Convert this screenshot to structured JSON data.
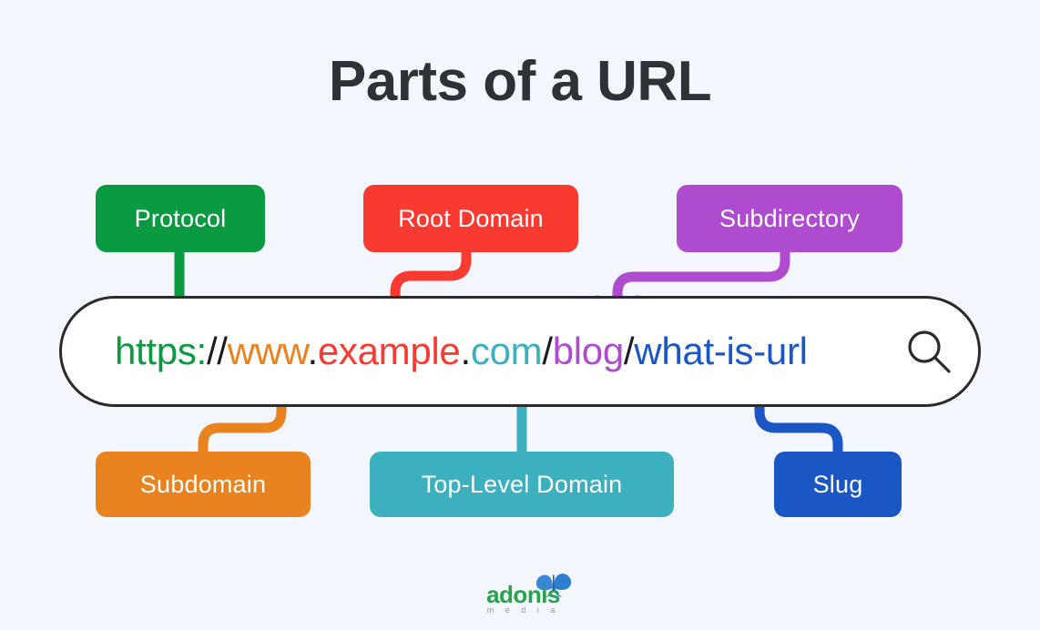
{
  "page": {
    "title": "Parts of a URL",
    "background_color": "#f4f6fe",
    "title_color": "#2e3135"
  },
  "url_bar": {
    "border_color": "#2b2b2b",
    "background_color": "#ffffff",
    "search_icon": "search-icon",
    "full_url": "https://www.example.com/blog/what-is-url",
    "segments": [
      {
        "name": "protocol",
        "text": "https:",
        "color": "#0a9b42"
      },
      {
        "name": "separator-1",
        "text": "//",
        "color": "#1c1c1c"
      },
      {
        "name": "subdomain",
        "text": "www",
        "color": "#e8831f"
      },
      {
        "name": "dot-1",
        "text": ".",
        "color": "#1c1c1c"
      },
      {
        "name": "root-domain",
        "text": "example",
        "color": "#f93a30"
      },
      {
        "name": "dot-2",
        "text": ".",
        "color": "#1c1c1c"
      },
      {
        "name": "tld",
        "text": "com",
        "color": "#3cb0be"
      },
      {
        "name": "separator-2",
        "text": "/",
        "color": "#1c1c1c"
      },
      {
        "name": "subdirectory",
        "text": "blog",
        "color": "#ae4bce"
      },
      {
        "name": "separator-3",
        "text": "/",
        "color": "#1c1c1c"
      },
      {
        "name": "slug",
        "text": "what-is-url",
        "color": "#1a56c4"
      }
    ]
  },
  "labels": {
    "protocol": {
      "text": "Protocol",
      "color": "#0a9b42",
      "arrow": "straight-down"
    },
    "root_domain": {
      "text": "Root Domain",
      "color": "#f93a30",
      "arrow": "curve-down-left"
    },
    "subdirectory": {
      "text": "Subdirectory",
      "color": "#ae4bce",
      "arrow": "curve-down-left"
    },
    "subdomain": {
      "text": "Subdomain",
      "color": "#e8831f",
      "arrow": "curve-up-right"
    },
    "top_level_domain": {
      "text": "Top-Level Domain",
      "color": "#3cb0be",
      "arrow": "straight-up"
    },
    "slug": {
      "text": "Slug",
      "color": "#1a56c4",
      "arrow": "curve-up-left"
    }
  },
  "logo": {
    "word": "adonis",
    "subtitle": "m e d i a",
    "word_color": "#27a34a",
    "subtitle_color": "#8d9aa6",
    "butterfly_color": "#2f7fd0",
    "icon": "butterfly-icon"
  }
}
